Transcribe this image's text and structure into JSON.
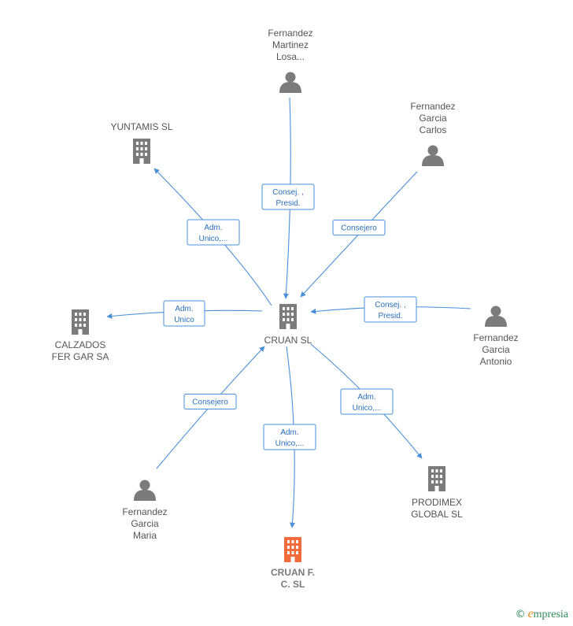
{
  "colors": {
    "edge": "#4a90d9",
    "person_icon": "#7b7b7b",
    "company_icon": "#7b7b7b",
    "focus_company_icon": "#f26b3a",
    "label": "#555555"
  },
  "nodes": [
    {
      "id": "cruan-sl",
      "type": "company",
      "label_lines": [
        "CRUAN  SL"
      ]
    },
    {
      "id": "fernandez-martinez-losa",
      "type": "person",
      "label_lines": [
        "Fernandez",
        "Martinez",
        "Losa..."
      ]
    },
    {
      "id": "fernandez-garcia-carlos",
      "type": "person",
      "label_lines": [
        "Fernandez",
        "Garcia",
        "Carlos"
      ]
    },
    {
      "id": "yuntamis-sl",
      "type": "company",
      "label_lines": [
        "YUNTAMIS  SL"
      ]
    },
    {
      "id": "calzados-fer-gar-sa",
      "type": "company",
      "label_lines": [
        "CALZADOS",
        "FER GAR SA"
      ]
    },
    {
      "id": "fernandez-garcia-antonio",
      "type": "person",
      "label_lines": [
        "Fernandez",
        "Garcia",
        "Antonio"
      ]
    },
    {
      "id": "fernandez-garcia-maria",
      "type": "person",
      "label_lines": [
        "Fernandez",
        "Garcia",
        "Maria"
      ]
    },
    {
      "id": "prodimex-global-sl",
      "type": "company",
      "label_lines": [
        "PRODIMEX",
        "GLOBAL SL"
      ]
    },
    {
      "id": "cruan-f-c-sl",
      "type": "company",
      "focus": true,
      "label_lines": [
        "CRUAN F.",
        "C.  SL"
      ]
    }
  ],
  "edges": [
    {
      "id": "e1",
      "from": "fernandez-martinez-losa",
      "to": "cruan-sl",
      "label_lines": [
        "Consej. ,",
        "Presid."
      ]
    },
    {
      "id": "e2",
      "from": "fernandez-garcia-carlos",
      "to": "cruan-sl",
      "label_lines": [
        "Consejero"
      ]
    },
    {
      "id": "e3",
      "from": "cruan-sl",
      "to": "yuntamis-sl",
      "label_lines": [
        "Adm.",
        "Unico,..."
      ]
    },
    {
      "id": "e4",
      "from": "cruan-sl",
      "to": "calzados-fer-gar-sa",
      "label_lines": [
        "Adm.",
        "Unico"
      ]
    },
    {
      "id": "e5",
      "from": "fernandez-garcia-antonio",
      "to": "cruan-sl",
      "label_lines": [
        "Consej. ,",
        "Presid."
      ]
    },
    {
      "id": "e6",
      "from": "fernandez-garcia-maria",
      "to": "cruan-sl",
      "label_lines": [
        "Consejero"
      ]
    },
    {
      "id": "e7",
      "from": "cruan-sl",
      "to": "prodimex-global-sl",
      "label_lines": [
        "Adm.",
        "Unico,..."
      ]
    },
    {
      "id": "e8",
      "from": "cruan-sl",
      "to": "cruan-f-c-sl",
      "label_lines": [
        "Adm.",
        "Unico,..."
      ]
    }
  ],
  "footer": {
    "copyright_symbol": "©",
    "brand_initial": "e",
    "brand_rest": "mpresia"
  }
}
